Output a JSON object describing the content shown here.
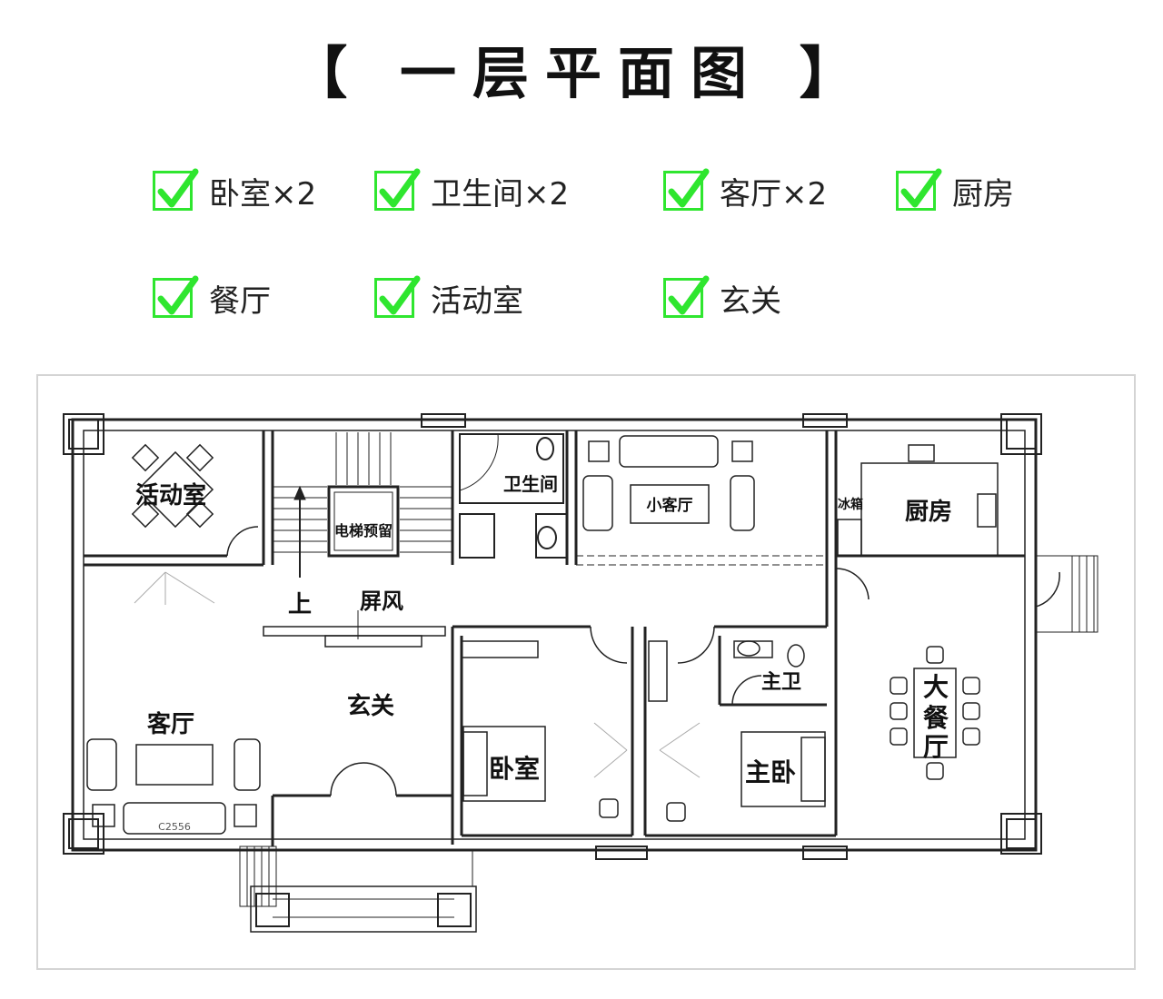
{
  "title": "【 一层平面图 】",
  "features": [
    {
      "label": "卧室×2"
    },
    {
      "label": "卫生间×2"
    },
    {
      "label": "客厅×2"
    },
    {
      "label": "厨房"
    },
    {
      "label": "餐厅"
    },
    {
      "label": "活动室"
    },
    {
      "label": "玄关"
    }
  ],
  "plan": {
    "rooms": {
      "activity": "活动室",
      "elevator": "电梯预留",
      "bathroom": "卫生间",
      "small_living": "小客厅",
      "fridge": "冰箱",
      "kitchen": "厨房",
      "stairs_up": "上",
      "screen": "屏风",
      "foyer": "玄关",
      "living": "客厅",
      "bedroom": "卧室",
      "master_bath": "主卫",
      "master_bedroom": "主卧",
      "dining_1": "大",
      "dining_2": "餐",
      "dining_3": "厅",
      "sofa_tag": "C2556"
    }
  },
  "colors": {
    "check": "#2fe62f",
    "wall": "#222222",
    "frame": "#d4d4d4"
  }
}
